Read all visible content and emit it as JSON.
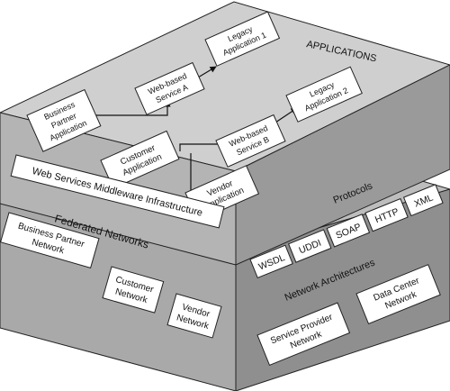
{
  "layers": {
    "applications": "APPLICATIONS",
    "middleware": "Web Services Middleware Infrastructure",
    "protocols": "Protocols",
    "federated": "Federated Networks",
    "architectures": "Network Architectures"
  },
  "apps": {
    "legacy1": [
      "Legacy",
      "Application 1"
    ],
    "legacy2": [
      "Legacy",
      "Application 2"
    ],
    "serviceA": [
      "Web-based",
      "Service A"
    ],
    "serviceB": [
      "Web-based",
      "Service B"
    ],
    "partner": [
      "Business",
      "Partner",
      "Application"
    ],
    "customer": [
      "Customer",
      "Application"
    ],
    "vendor": [
      "Vendor",
      "Application"
    ]
  },
  "protocols": [
    "WSDL",
    "UDDI",
    "SOAP",
    "HTTP",
    "XML"
  ],
  "networks": {
    "partner": [
      "Business Partner",
      "Network"
    ],
    "customer": [
      "Customer",
      "Network"
    ],
    "vendor": [
      "Vendor",
      "Network"
    ],
    "provider": [
      "Service Provider",
      "Network"
    ],
    "datacenter": [
      "Data Center",
      "Network"
    ]
  },
  "colors": {
    "top_face": "#cfcfcf",
    "left_face": "#a9a9a9",
    "right_face": "#8f8f8f",
    "box": "#ffffff",
    "outline": "#222222"
  }
}
